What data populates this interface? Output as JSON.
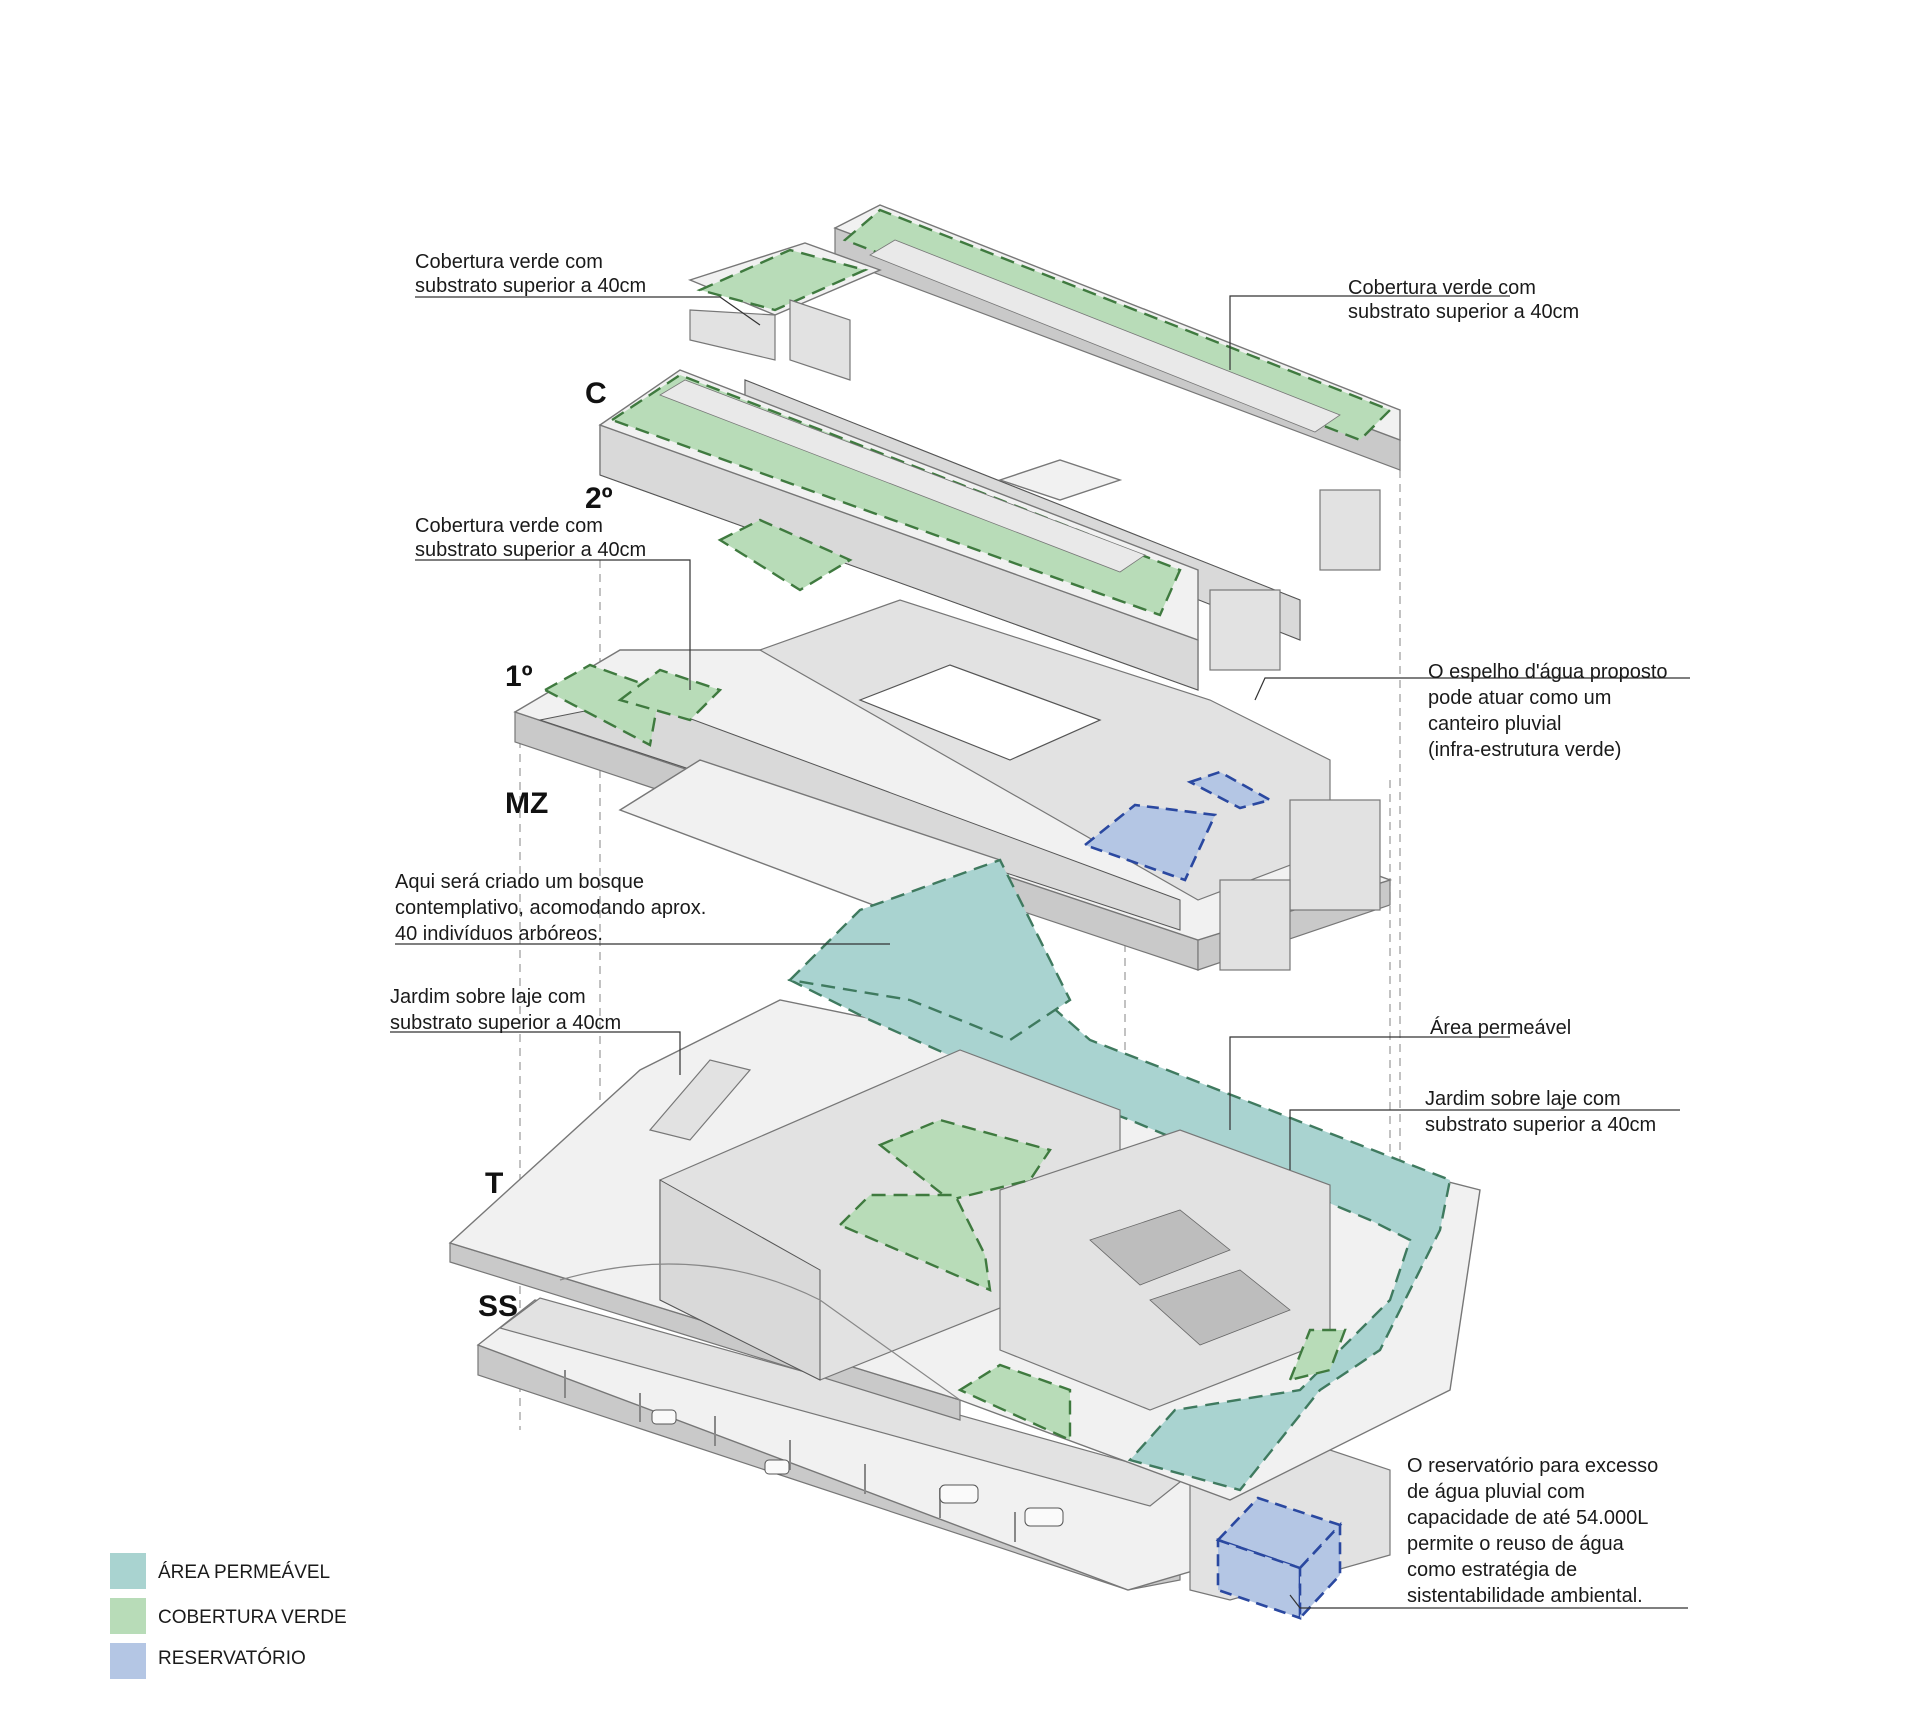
{
  "levels": {
    "c": "C",
    "second": "2º",
    "first": "1º",
    "mz": "MZ",
    "t": "T",
    "ss": "SS"
  },
  "annotations": {
    "roof_left": [
      "Cobertura verde com",
      "substrato superior a 40cm"
    ],
    "roof_right": [
      "Cobertura verde com",
      "substrato superior a 40cm"
    ],
    "first_floor": [
      "Cobertura verde com",
      "substrato superior a 40cm"
    ],
    "water_mirror": [
      "O espelho d'água proposto",
      "pode atuar como um",
      "canteiro pluvial",
      "(infra-estrutura verde)"
    ],
    "grove": [
      "Aqui será criado um bosque",
      "contemplativo, acomodando aprox.",
      "40 indivíduos arbóreos."
    ],
    "garden_left": [
      "Jardim sobre laje com",
      "substrato superior a 40cm"
    ],
    "permeable": [
      "Área permeável"
    ],
    "garden_right": [
      "Jardim sobre laje com",
      "substrato superior a 40cm"
    ],
    "reservoir": [
      "O reservatório para excesso",
      "de água pluvial com",
      "capacidade de até 54.000L",
      "permite o reuso de água",
      "como estratégia de",
      "sistentabilidade ambiental."
    ]
  },
  "legend": [
    {
      "label": "ÁREA PERMEÁVEL",
      "color": "#a9d3d0"
    },
    {
      "label": "COBERTURA VERDE",
      "color": "#b8dcb8"
    },
    {
      "label": "RESERVATÓRIO",
      "color": "#b4c6e4"
    }
  ]
}
